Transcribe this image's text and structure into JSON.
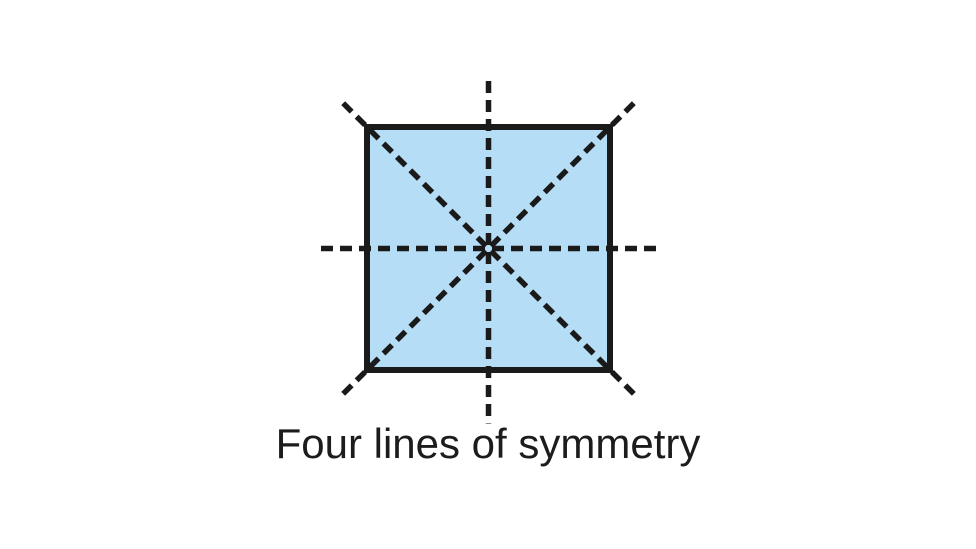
{
  "figure": {
    "caption": "Four lines of symmetry",
    "shape": "square",
    "lines_of_symmetry_count": 4,
    "symmetry_lines": [
      "horizontal",
      "vertical",
      "diagonal-falling",
      "diagonal-rising"
    ],
    "line_style": "dashed"
  },
  "colors": {
    "background": "#ffffff",
    "square_fill": "#b5ddf5",
    "square_stroke": "#1a1a1a",
    "symmetry_line": "#1a1a1a",
    "caption": "#1c1c1c"
  }
}
